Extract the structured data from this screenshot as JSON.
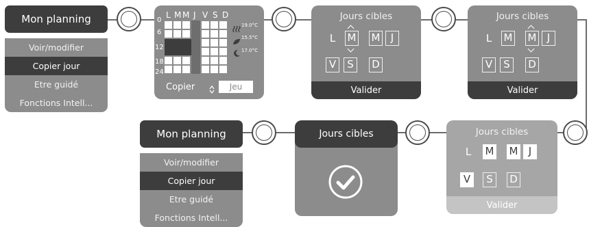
{
  "menu1": {
    "title": "Mon planning",
    "items": [
      "Voir/modifier",
      "Copier jour",
      "Etre guidé",
      "Fonctions Intell..."
    ],
    "selected_index": 1
  },
  "copy_screen": {
    "days": [
      "L",
      "M",
      "M",
      "J",
      "V",
      "S",
      "D"
    ],
    "hours": [
      "0",
      "6",
      "12",
      "18",
      "24"
    ],
    "temps": [
      {
        "icon": "comfort-heat-icon",
        "value": "19.0°C"
      },
      {
        "icon": "eco-leaf-icon",
        "value": "15.5°C"
      },
      {
        "icon": "night-moon-icon",
        "value": "17.0°C"
      }
    ],
    "copy_label": "Copier",
    "copy_value": "Jeu"
  },
  "target1": {
    "title": "Jours cibles",
    "days": [
      "L",
      "M",
      "M",
      "J",
      "V",
      "S",
      "D"
    ],
    "focus_index": 1,
    "validate": "Valider"
  },
  "target2": {
    "title": "Jours cibles",
    "days": [
      "L",
      "M",
      "M",
      "J",
      "V",
      "S",
      "D"
    ],
    "focus_index": 2,
    "validate": "Valider"
  },
  "menu2": {
    "title": "Mon planning",
    "items": [
      "Voir/modifier",
      "Copier jour",
      "Etre guidé",
      "Fonctions Intell..."
    ],
    "selected_index": 1
  },
  "confirm_screen": {
    "title": "Jours cibles",
    "icon": "check-circle-icon"
  },
  "target3": {
    "title": "Jours cibles",
    "days": [
      "L",
      "M",
      "M",
      "J",
      "V",
      "S",
      "D"
    ],
    "validate": "Valider"
  },
  "colors": {
    "dark": "#3d3d3d",
    "screen": "#8c8c8c",
    "light_screen": "#a6a6a6",
    "line": "#6b6b6b"
  }
}
